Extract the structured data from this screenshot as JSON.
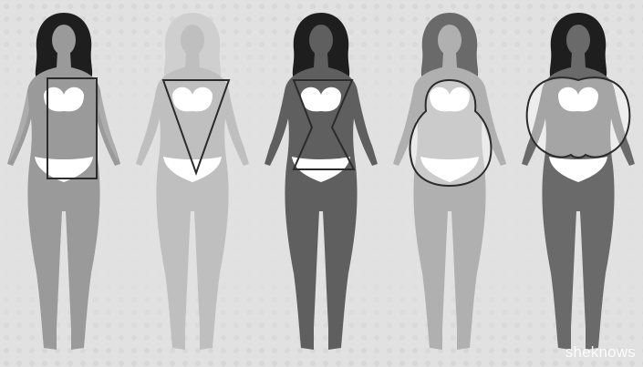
{
  "image": {
    "watermark": "sheknows",
    "background_color": "#e1e1e1",
    "figures": [
      {
        "shape": "rectangle",
        "skin": "#9a9a9a",
        "hair": "#1e1e1e",
        "underwear": "#ffffff",
        "outline": "#2b2b2b"
      },
      {
        "shape": "inverted-triangle",
        "skin": "#bfbfbf",
        "hair": "#cfcfcf",
        "underwear": "#ffffff",
        "outline": "#2b2b2b"
      },
      {
        "shape": "hourglass",
        "skin": "#5f5f5f",
        "hair": "#1e1e1e",
        "underwear": "#ffffff",
        "outline": "#2b2b2b"
      },
      {
        "shape": "pear",
        "skin": "#b0b0b0",
        "hair": "#6a6a6a",
        "underwear": "#ffffff",
        "outline": "#2b2b2b"
      },
      {
        "shape": "apple",
        "skin": "#6a6a6a",
        "hair": "#1e1e1e",
        "underwear": "#ffffff",
        "outline": "#2b2b2b"
      }
    ]
  }
}
